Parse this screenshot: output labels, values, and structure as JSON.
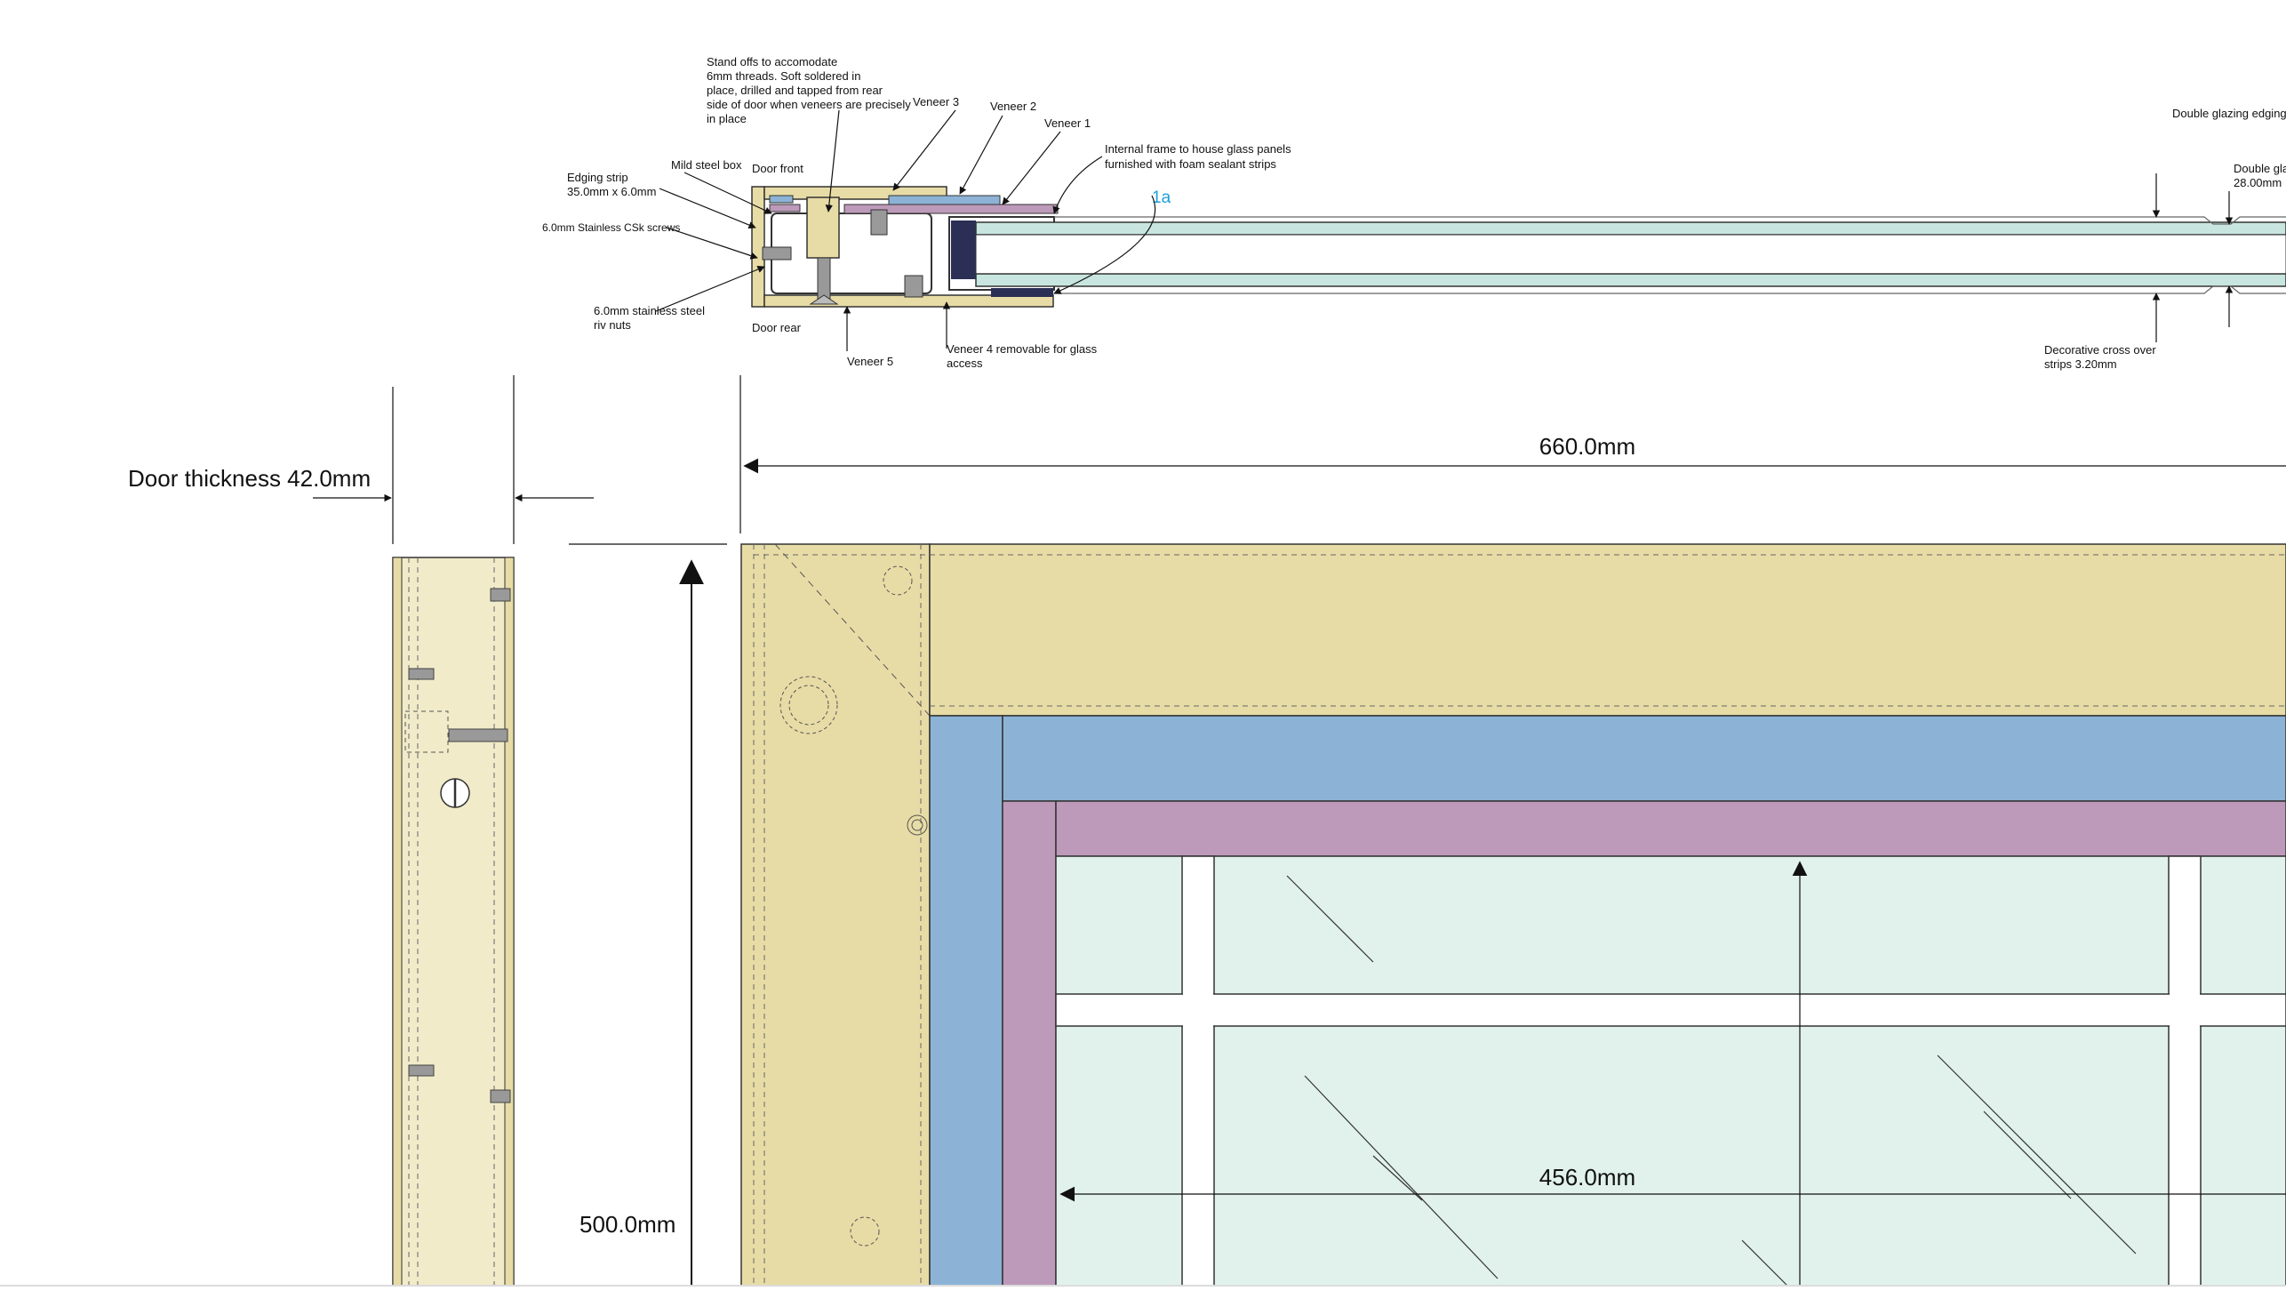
{
  "colors": {
    "wood": "#e8dca6",
    "wood_light": "#f1ebc9",
    "blue": "#8cb3d6",
    "purple": "#bd9aba",
    "glass": "#e1f2ec",
    "glass_strip": "#c8e6df",
    "dark_navy": "#2b2f55",
    "black": "#000000",
    "label_blue": "#1aa0d8",
    "line": "#333333",
    "dash": "#666666"
  },
  "section": {
    "labels": {
      "standoffs": [
        "Stand offs to accomodate",
        "6mm threads. Soft soldered in",
        "place, drilled and tapped from rear",
        "side of door when veneers are precisely",
        "in place"
      ],
      "veneer3": "Veneer 3",
      "veneer2": "Veneer 2",
      "veneer1": "Veneer 1",
      "internal_frame": [
        "Internal frame to house glass panels",
        "furnished with foam sealant strips"
      ],
      "mild_steel_box": "Mild steel box",
      "door_front": "Door front",
      "edging_strip": [
        "Edging strip",
        "35.0mm x 6.0mm"
      ],
      "csk_screws": "6.0mm Stainless CSk screws",
      "riv_nuts": [
        "6.0mm stainless steel",
        "riv nuts"
      ],
      "door_rear": "Door rear",
      "veneer5": "Veneer 5",
      "veneer4": [
        "Veneer 4 removable for glass",
        "access"
      ],
      "detail_ref": "1a",
      "double_glazing_edging": "Double glazing edging",
      "double_glazing": [
        "Double gla",
        "28.00mm"
      ],
      "decorative_cross": [
        "Decorative cross over",
        "strips 3.20mm"
      ]
    }
  },
  "dimensions": {
    "door_thickness": "Door thickness 42.0mm",
    "width": "660.0mm",
    "height": "500.0mm",
    "inner_width": "456.0mm"
  }
}
